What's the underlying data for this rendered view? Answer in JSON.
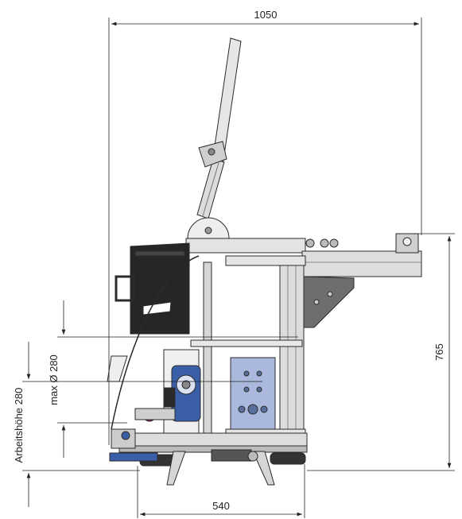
{
  "dimensions": {
    "overall_width": "1050",
    "height": "765",
    "base_width": "540",
    "max_diameter": "max Ø 280",
    "working_height": "Arbeitshöhe 280"
  },
  "colors": {
    "frame": "#d9d9d9",
    "frame_dark": "#8c8c8c",
    "outline": "#2b2b2b",
    "blue_motor": "#3a5fa8",
    "blue_panel": "#a9b8dc",
    "black_case": "#262626",
    "magenta": "#a0206a",
    "bracket": "#6e6e6e"
  },
  "icons": {
    "machine": "machine-drawing"
  }
}
